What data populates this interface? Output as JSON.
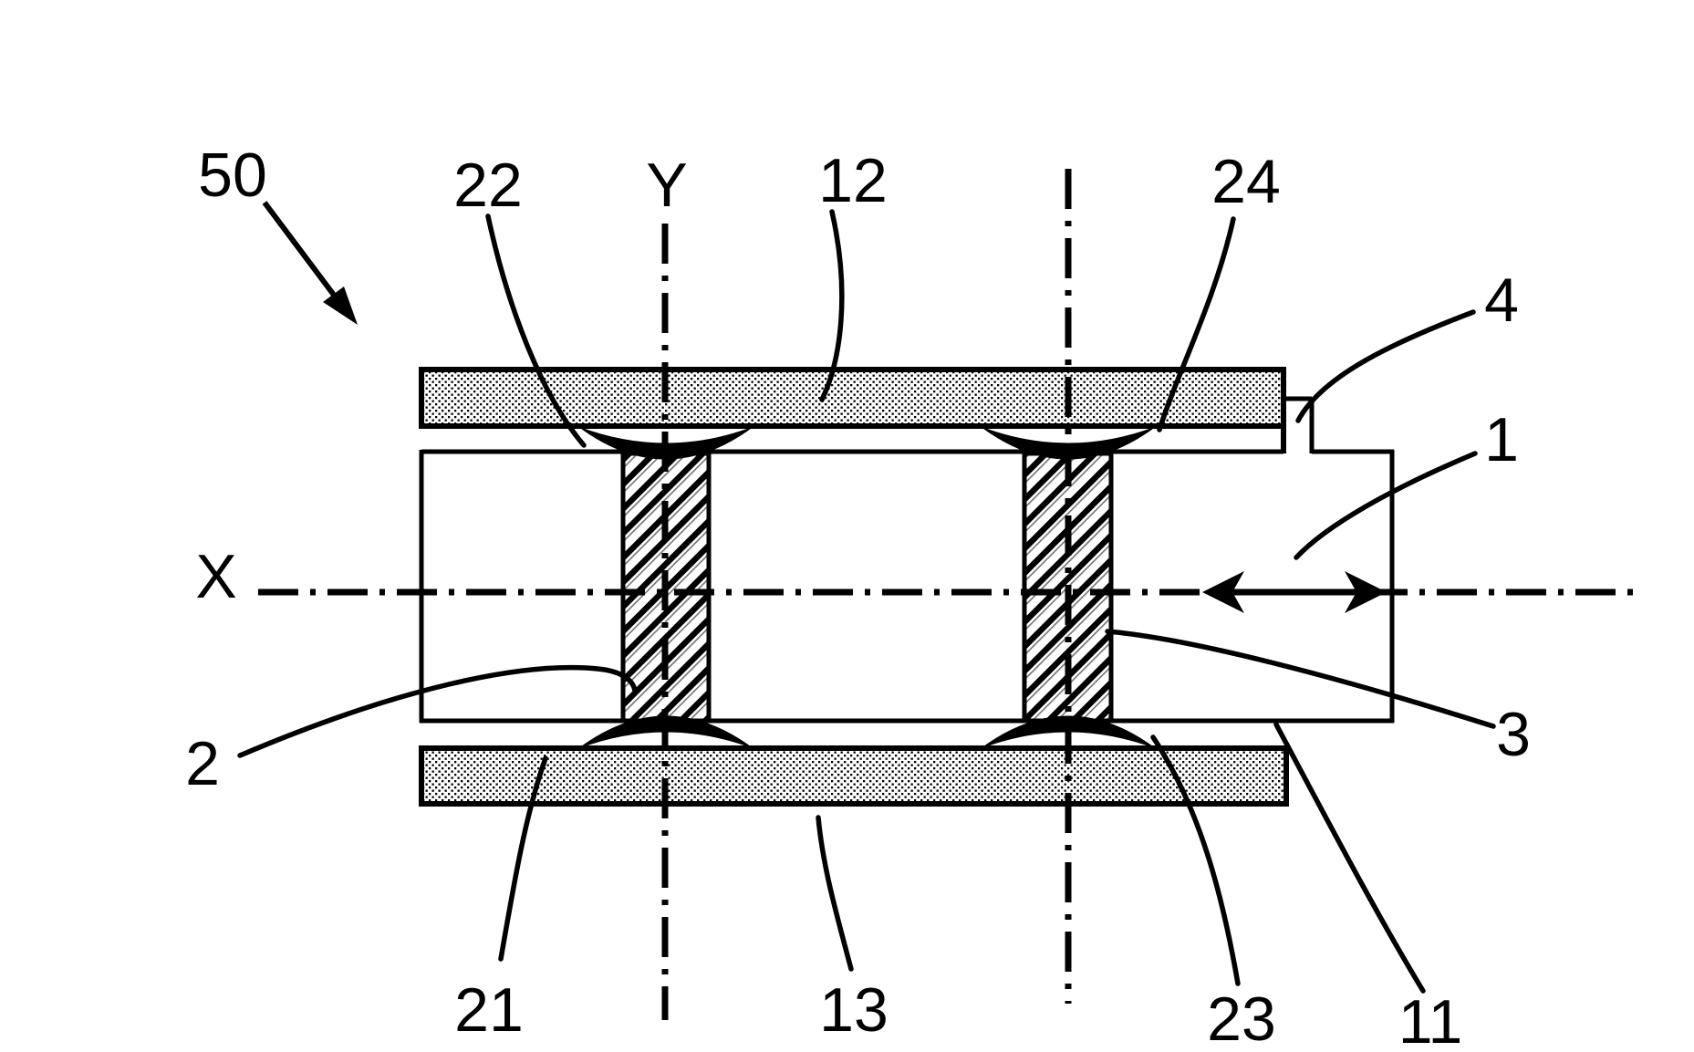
{
  "figure": {
    "kind": "patent-cross-section-diagram",
    "background_color": "#ffffff",
    "ink_color": "#000000"
  },
  "labels": {
    "assembly": "50",
    "axis_vertical": "Y",
    "axis_horizontal": "X",
    "body": "1",
    "left_element": "2",
    "right_element": "3",
    "connector_step": "4",
    "first_surface": "11",
    "upper_plate": "12",
    "lower_plate": "13",
    "joint_lower_left": "21",
    "joint_upper_left": "22",
    "joint_lower_right": "23",
    "joint_upper_right": "24"
  }
}
